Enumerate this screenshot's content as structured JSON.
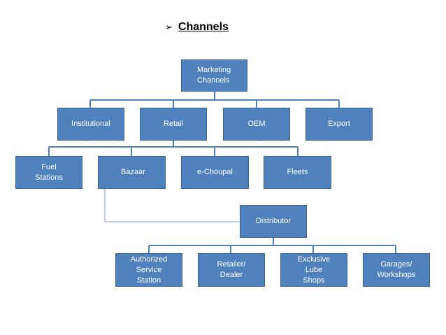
{
  "header": {
    "bullet": "➢",
    "title": "Channels"
  },
  "root": {
    "label": "Marketing\nChannels"
  },
  "level1": [
    {
      "label": "Institutional"
    },
    {
      "label": "Retail"
    },
    {
      "label": "OEM"
    },
    {
      "label": "Export"
    }
  ],
  "level2": [
    {
      "label": "Fuel\nStations"
    },
    {
      "label": "Bazaar"
    },
    {
      "label": "e-Choupal"
    },
    {
      "label": "Fleets"
    }
  ],
  "distributor": {
    "label": "Distributor"
  },
  "level3": [
    {
      "label": "Authorized\nService\nStation"
    },
    {
      "label": "Retailer/\nDealer"
    },
    {
      "label": "Exclusive\nLube\nShops"
    },
    {
      "label": "Garages/\nWorkshops"
    }
  ],
  "colors": {
    "box_fill": "#4f81bd",
    "box_border": "#3a6592",
    "connector": "#4f81bd"
  }
}
